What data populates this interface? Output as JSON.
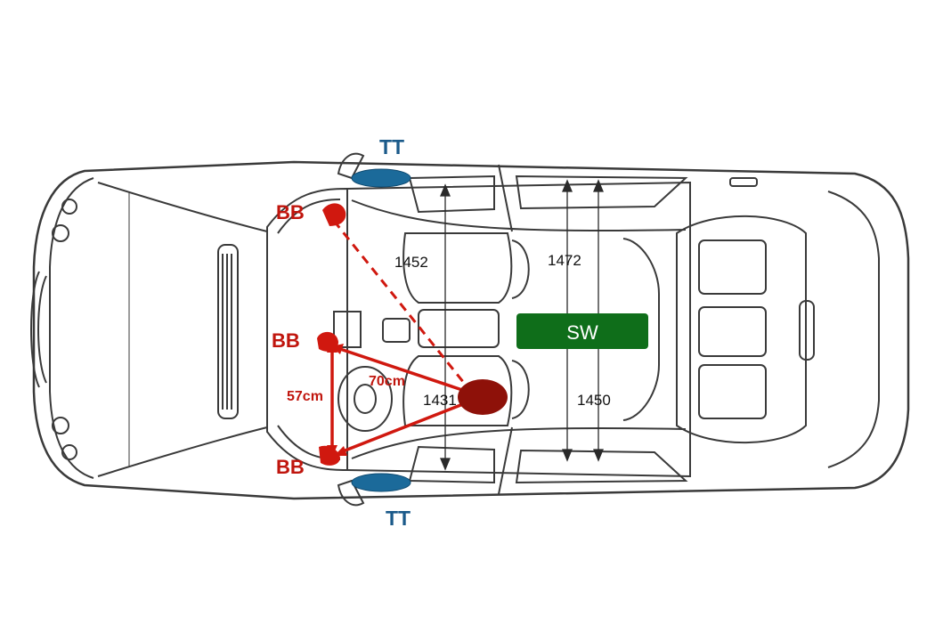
{
  "labels": {
    "tweeter_top": "TT",
    "tweeter_bottom": "TT",
    "bass_top": "BB",
    "bass_mid": "BB",
    "bass_bottom": "BB",
    "subwoofer": "SW",
    "dist_57": "57cm",
    "dist_70": "70cm"
  },
  "measurements": {
    "front_upper": "1452",
    "rear_upper": "1472",
    "front_lower": "1431",
    "rear_lower": "1450"
  },
  "colors": {
    "tweeter": "#1b6a9a",
    "speaker_red": "#d0180f",
    "listener": "#8e1109",
    "subwoofer": "#0f6e1a",
    "outline": "#3a3a3a"
  }
}
